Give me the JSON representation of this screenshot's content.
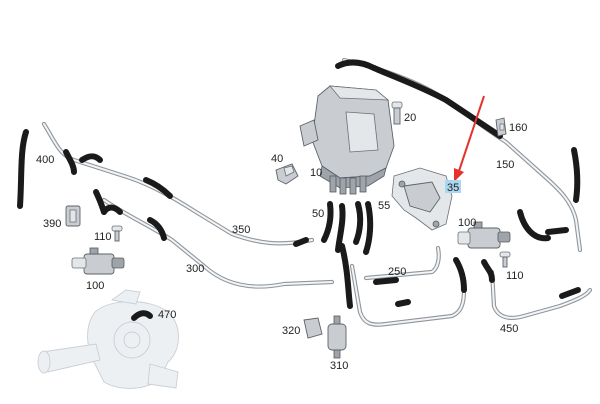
{
  "callouts": [
    {
      "id": "c400",
      "text": "400"
    },
    {
      "id": "c390",
      "text": "390"
    },
    {
      "id": "c110a",
      "text": "110"
    },
    {
      "id": "c100a",
      "text": "100"
    },
    {
      "id": "c470",
      "text": "470"
    },
    {
      "id": "c300",
      "text": "300"
    },
    {
      "id": "c350",
      "text": "350"
    },
    {
      "id": "c40",
      "text": "40"
    },
    {
      "id": "c10",
      "text": "10"
    },
    {
      "id": "c20",
      "text": "20"
    },
    {
      "id": "c50",
      "text": "50"
    },
    {
      "id": "c55",
      "text": "55"
    },
    {
      "id": "c35",
      "text": "35"
    },
    {
      "id": "c160",
      "text": "160"
    },
    {
      "id": "c150",
      "text": "150"
    },
    {
      "id": "c100b",
      "text": "100"
    },
    {
      "id": "c110b",
      "text": "110"
    },
    {
      "id": "c250",
      "text": "250"
    },
    {
      "id": "c320",
      "text": "320"
    },
    {
      "id": "c310",
      "text": "310"
    },
    {
      "id": "c450",
      "text": "450"
    }
  ],
  "highlight": {
    "callout": "35",
    "color": "#a9d6f0",
    "arrow_color": "#e8312a"
  }
}
